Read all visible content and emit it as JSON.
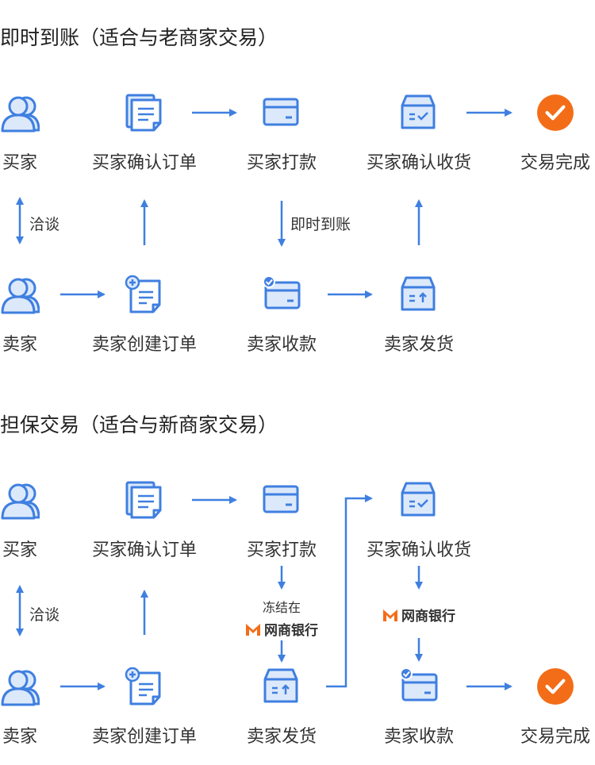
{
  "colors": {
    "primary": "#3f7fe0",
    "light": "#dce9fb",
    "success": "#f36d18",
    "bank": "#f36d18"
  },
  "sections": [
    {
      "title": "即时到账（适合与老商家交易）",
      "buyer_row": [
        {
          "label": "买家",
          "icon": "person-icon"
        },
        {
          "label": "买家确认订单",
          "icon": "documents-icon"
        },
        {
          "label": "买家打款",
          "icon": "card-icon"
        },
        {
          "label": "买家确认收货",
          "icon": "box-check-icon"
        },
        {
          "label": "交易完成",
          "icon": "check-circle-icon"
        }
      ],
      "seller_row": [
        {
          "label": "卖家",
          "icon": "person-icon"
        },
        {
          "label": "卖家创建订单",
          "icon": "document-add-icon"
        },
        {
          "label": "卖家收款",
          "icon": "card-check-icon"
        },
        {
          "label": "卖家发货",
          "icon": "box-up-icon"
        }
      ],
      "negotiate_label": "洽谈",
      "transfer_label": "即时到账"
    },
    {
      "title": "担保交易（适合与新商家交易）",
      "buyer_row": [
        {
          "label": "买家",
          "icon": "person-icon"
        },
        {
          "label": "买家确认订单",
          "icon": "documents-icon"
        },
        {
          "label": "买家打款",
          "icon": "card-icon"
        },
        {
          "label": "买家确认收货",
          "icon": "box-check-icon"
        }
      ],
      "seller_row": [
        {
          "label": "卖家",
          "icon": "person-icon"
        },
        {
          "label": "卖家创建订单",
          "icon": "document-add-icon"
        },
        {
          "label": "卖家发货",
          "icon": "box-up-icon"
        },
        {
          "label": "卖家收款",
          "icon": "card-check-icon"
        },
        {
          "label": "交易完成",
          "icon": "check-circle-icon"
        }
      ],
      "negotiate_label": "洽谈",
      "freeze_label": "冻结在",
      "bank_name": "网商银行"
    }
  ]
}
